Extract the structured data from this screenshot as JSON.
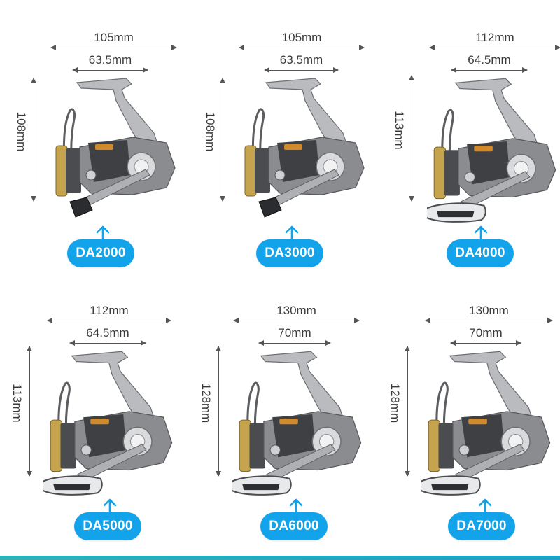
{
  "models": [
    {
      "name": "DA2000",
      "total_width": "105mm",
      "inner_width": "63.5mm",
      "height": "108mm",
      "handle": "paddle"
    },
    {
      "name": "DA3000",
      "total_width": "105mm",
      "inner_width": "63.5mm",
      "height": "108mm",
      "handle": "paddle"
    },
    {
      "name": "DA4000",
      "total_width": "112mm",
      "inner_width": "64.5mm",
      "height": "113mm",
      "handle": "tbar"
    },
    {
      "name": "DA5000",
      "total_width": "112mm",
      "inner_width": "64.5mm",
      "height": "113mm",
      "handle": "tbar"
    },
    {
      "name": "DA6000",
      "total_width": "130mm",
      "inner_width": "70mm",
      "height": "128mm",
      "handle": "tbar"
    },
    {
      "name": "DA7000",
      "total_width": "130mm",
      "inner_width": "70mm",
      "height": "128mm",
      "handle": "tbar"
    }
  ],
  "colors": {
    "badge": "#12a3ea",
    "badge_text": "#ffffff",
    "arrow": "#12a3ea",
    "reel_body": "#8a8c90",
    "spool_gold": "#c6a44e",
    "band": "#2fb0b6"
  }
}
